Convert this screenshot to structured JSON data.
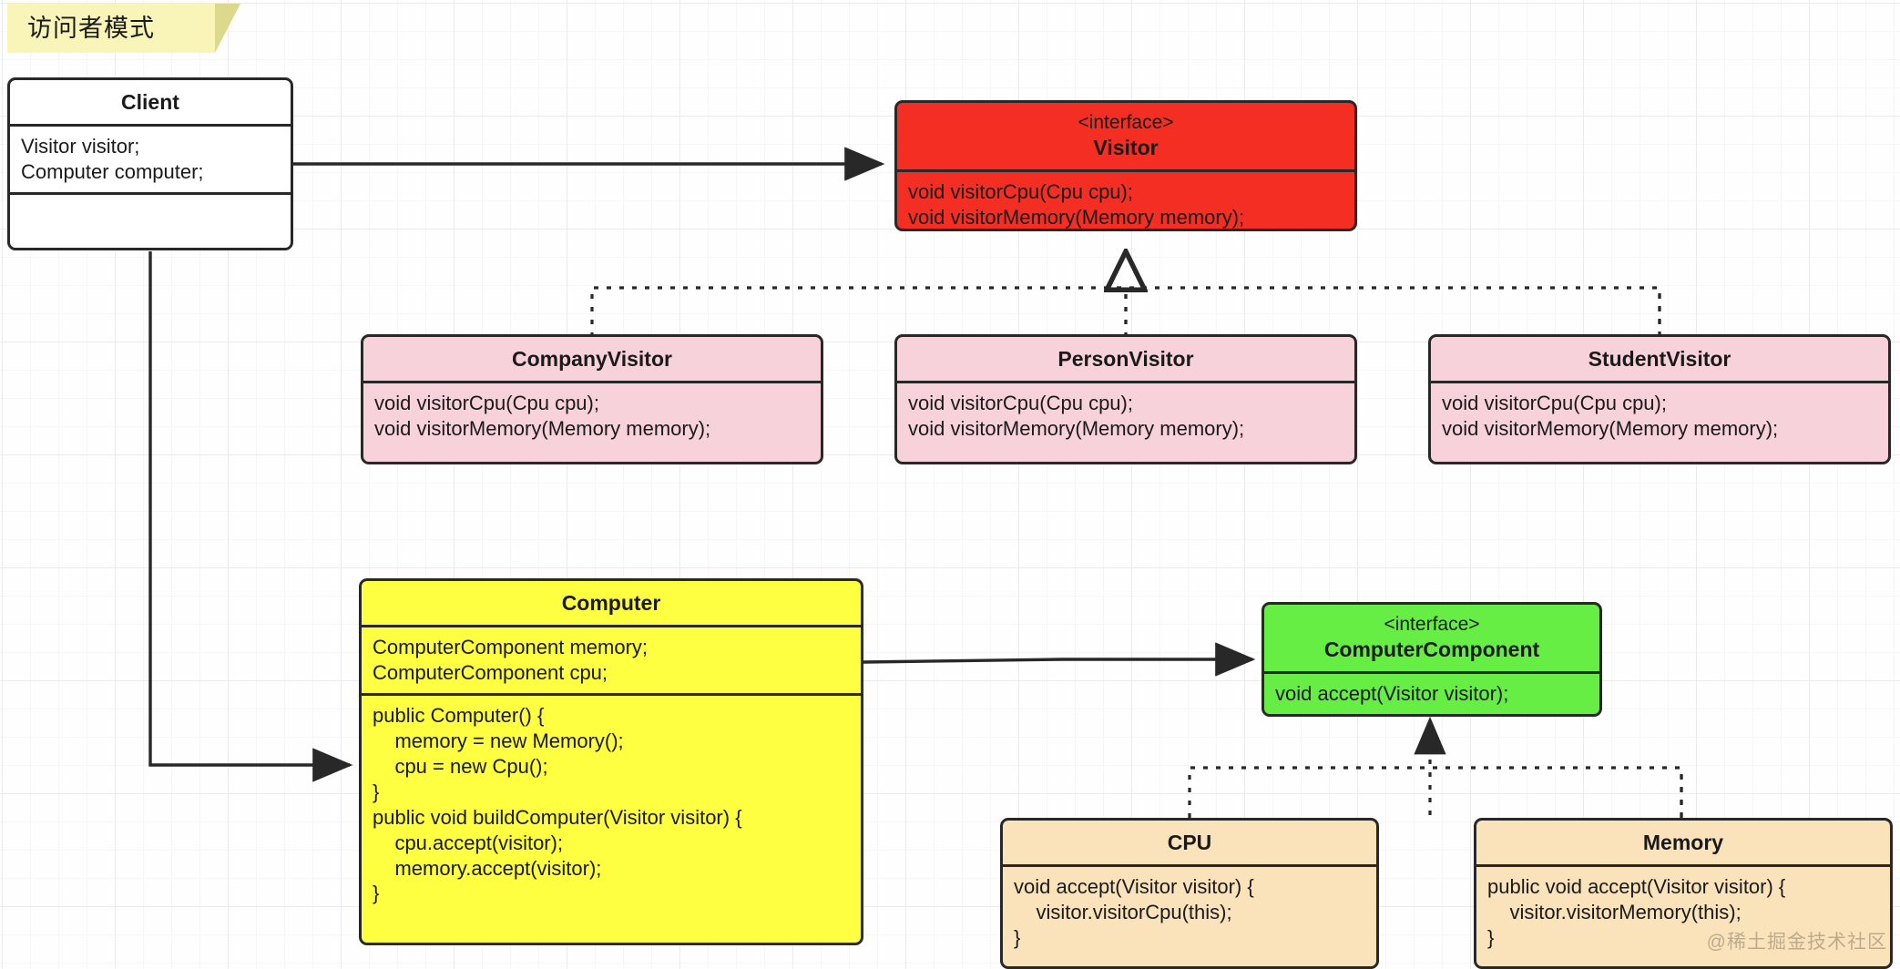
{
  "note": {
    "label": "访问者模式"
  },
  "watermark": "@稀土掘金技术社区",
  "colors": {
    "interface_visitor": "#f42e22",
    "concrete_visitor": "#f7d2da",
    "computer": "#ffff41",
    "interface_component": "#66ee44",
    "component_impl": "#fae3bb",
    "client": "#ffffff",
    "stroke": "#282828",
    "grid_minor": "#f6f6f6",
    "grid_major": "#ebebeb"
  },
  "classes": {
    "client": {
      "name": "Client",
      "stereotype": "",
      "fields": "Visitor visitor;\nComputer computer;",
      "methods": ""
    },
    "visitor": {
      "name": "Visitor",
      "stereotype": "<interface>",
      "methods": "void visitorCpu(Cpu cpu);\nvoid visitorMemory(Memory memory);"
    },
    "company_visitor": {
      "name": "CompanyVisitor",
      "stereotype": "",
      "methods": "void visitorCpu(Cpu cpu);\nvoid visitorMemory(Memory memory);"
    },
    "person_visitor": {
      "name": "PersonVisitor",
      "stereotype": "",
      "methods": "void visitorCpu(Cpu cpu);\nvoid visitorMemory(Memory memory);"
    },
    "student_visitor": {
      "name": "StudentVisitor",
      "stereotype": "",
      "methods": "void visitorCpu(Cpu cpu);\nvoid visitorMemory(Memory memory);"
    },
    "computer": {
      "name": "Computer",
      "stereotype": "",
      "fields": "ComputerComponent memory;\nComputerComponent cpu;",
      "methods": "public Computer() {\n    memory = new Memory();\n    cpu = new Cpu();\n}\npublic void buildComputer(Visitor visitor) {\n    cpu.accept(visitor);\n    memory.accept(visitor);\n}"
    },
    "computer_component": {
      "name": "ComputerComponent",
      "stereotype": "<interface>",
      "methods": "void accept(Visitor visitor);"
    },
    "cpu": {
      "name": "CPU",
      "stereotype": "",
      "methods": "void accept(Visitor visitor) {\n    visitor.visitorCpu(this);\n}"
    },
    "memory": {
      "name": "Memory",
      "stereotype": "",
      "methods": "public void accept(Visitor visitor) {\n    visitor.visitorMemory(this);\n}"
    }
  },
  "relations": [
    {
      "from": "Client",
      "to": "Visitor",
      "type": "association",
      "arrow": "filled"
    },
    {
      "from": "Client",
      "to": "Computer",
      "type": "association",
      "arrow": "filled"
    },
    {
      "from": "CompanyVisitor",
      "to": "Visitor",
      "type": "realization",
      "arrow": "hollow"
    },
    {
      "from": "PersonVisitor",
      "to": "Visitor",
      "type": "realization",
      "arrow": "hollow"
    },
    {
      "from": "StudentVisitor",
      "to": "Visitor",
      "type": "realization",
      "arrow": "hollow"
    },
    {
      "from": "Computer",
      "to": "ComputerComponent",
      "type": "association",
      "arrow": "filled"
    },
    {
      "from": "CPU",
      "to": "ComputerComponent",
      "type": "realization",
      "arrow": "filled"
    },
    {
      "from": "Memory",
      "to": "ComputerComponent",
      "type": "realization",
      "arrow": "filled"
    }
  ]
}
